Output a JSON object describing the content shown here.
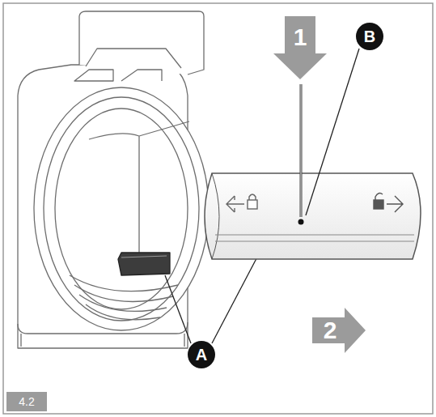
{
  "diagram": {
    "labels": [
      "1",
      "B",
      "2",
      "A",
      "4.2"
    ]
  }
}
